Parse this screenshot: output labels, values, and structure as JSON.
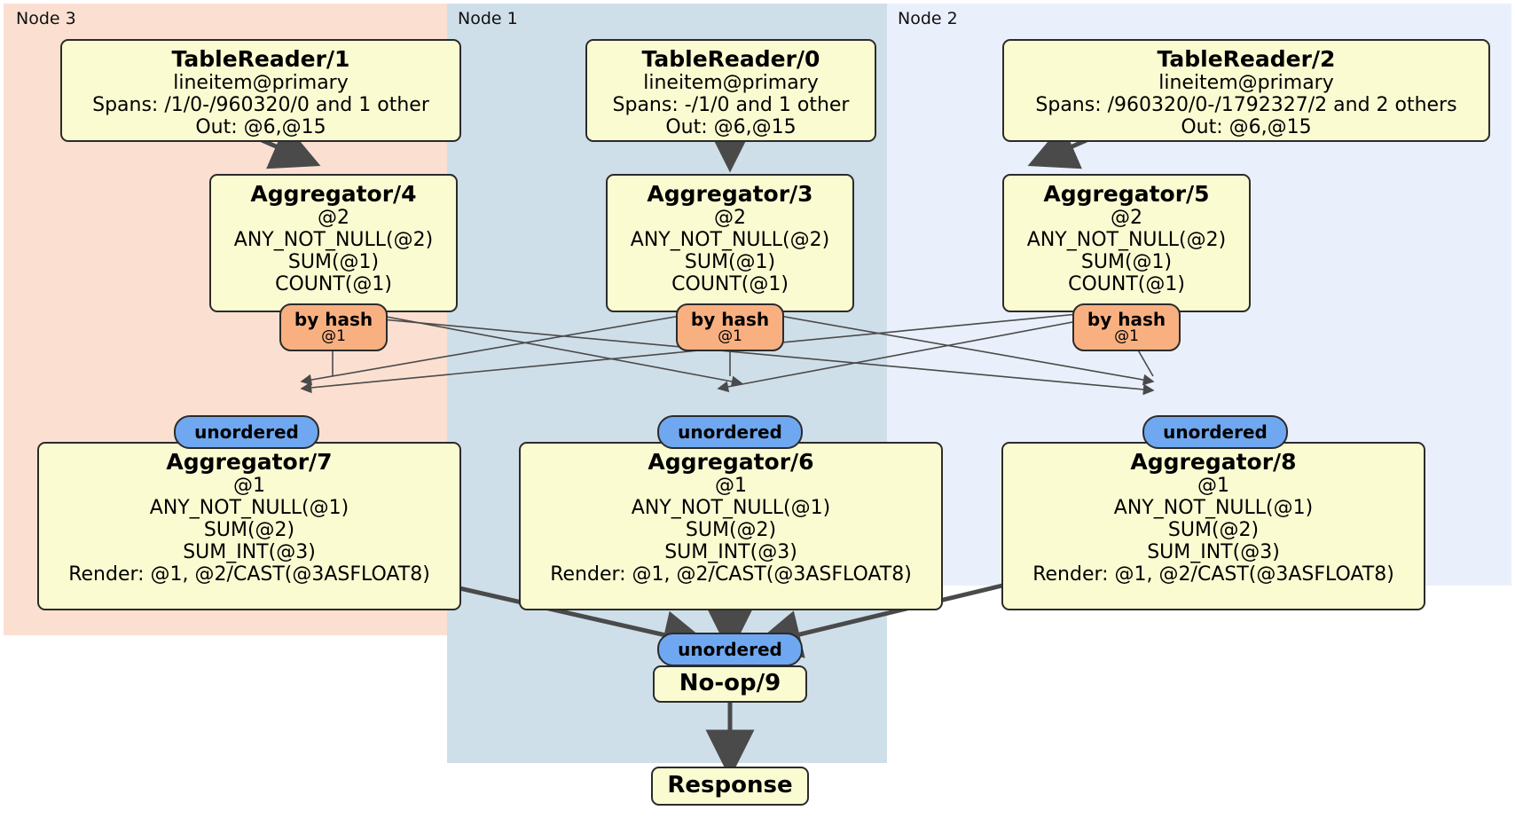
{
  "diagram": {
    "type": "distributed-query-plan",
    "colors": {
      "node3_panel": "#fbe0d2",
      "node1_panel": "#cfdfe9",
      "node2_panel": "#eaf0fb",
      "processor_fill": "#fbfbd2",
      "hash_badge": "#f9b081",
      "router_badge": "#6fa8f0",
      "border": "#2b2b2b",
      "edge": "#4a4a4a"
    }
  },
  "panels": [
    {
      "id": "node3",
      "label": "Node 3"
    },
    {
      "id": "node1",
      "label": "Node 1"
    },
    {
      "id": "node2",
      "label": "Node 2"
    }
  ],
  "processors": {
    "tablereader1": {
      "title": "TableReader/1",
      "lines": [
        "lineitem@primary",
        "Spans: /1/0-/960320/0 and 1 other",
        "Out: @6,@15"
      ]
    },
    "tablereader0": {
      "title": "TableReader/0",
      "lines": [
        "lineitem@primary",
        "Spans: -/1/0 and 1 other",
        "Out: @6,@15"
      ]
    },
    "tablereader2": {
      "title": "TableReader/2",
      "lines": [
        "lineitem@primary",
        "Spans: /960320/0-/1792327/2 and 2 others",
        "Out: @6,@15"
      ]
    },
    "aggregator4": {
      "title": "Aggregator/4",
      "lines": [
        "@2",
        "ANY_NOT_NULL(@2)",
        "SUM(@1)",
        "COUNT(@1)"
      ]
    },
    "aggregator3": {
      "title": "Aggregator/3",
      "lines": [
        "@2",
        "ANY_NOT_NULL(@2)",
        "SUM(@1)",
        "COUNT(@1)"
      ]
    },
    "aggregator5": {
      "title": "Aggregator/5",
      "lines": [
        "@2",
        "ANY_NOT_NULL(@2)",
        "SUM(@1)",
        "COUNT(@1)"
      ]
    },
    "aggregator7": {
      "title": "Aggregator/7",
      "lines": [
        "@1",
        "ANY_NOT_NULL(@1)",
        "SUM(@2)",
        "SUM_INT(@3)",
        "Render: @1, @2/CAST(@3ASFLOAT8)"
      ]
    },
    "aggregator6": {
      "title": "Aggregator/6",
      "lines": [
        "@1",
        "ANY_NOT_NULL(@1)",
        "SUM(@2)",
        "SUM_INT(@3)",
        "Render: @1, @2/CAST(@3ASFLOAT8)"
      ]
    },
    "aggregator8": {
      "title": "Aggregator/8",
      "lines": [
        "@1",
        "ANY_NOT_NULL(@1)",
        "SUM(@2)",
        "SUM_INT(@3)",
        "Render: @1, @2/CAST(@3ASFLOAT8)"
      ]
    },
    "noop9": {
      "title": "No-op/9",
      "lines": []
    },
    "response": {
      "title": "Response",
      "lines": []
    }
  },
  "routers": {
    "hash_left": {
      "label": "by hash",
      "sub": "@1"
    },
    "hash_center": {
      "label": "by hash",
      "sub": "@1"
    },
    "hash_right": {
      "label": "by hash",
      "sub": "@1"
    },
    "unordered_left": {
      "label": "unordered"
    },
    "unordered_center": {
      "label": "unordered"
    },
    "unordered_right": {
      "label": "unordered"
    },
    "unordered_final": {
      "label": "unordered"
    }
  }
}
